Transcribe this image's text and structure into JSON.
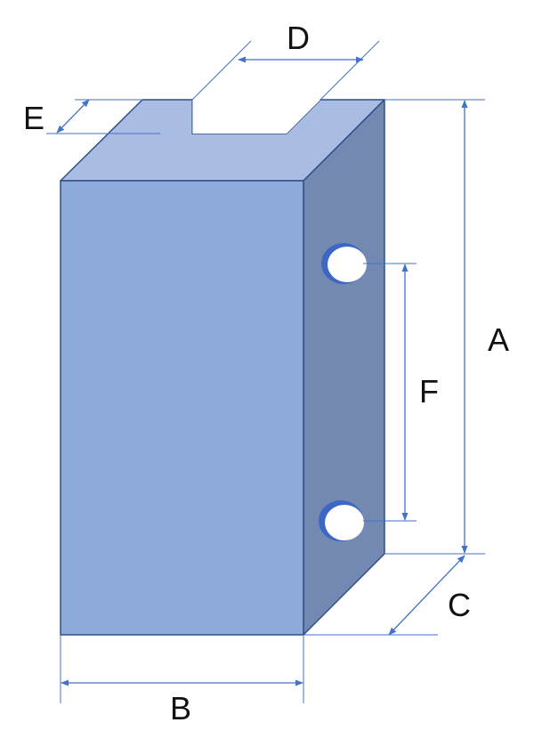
{
  "labels": {
    "A": "A",
    "B": "B",
    "C": "C",
    "D": "D",
    "E": "E",
    "F": "F"
  },
  "colors": {
    "front_face": "#8eaadb",
    "top_face": "#a9bde3",
    "side_face": "#7389b1",
    "edge": "#2f4f8a",
    "dimension": "#4472c4",
    "hole_rim": "#3d67c5",
    "hole_inner": "#ffffff",
    "text": "#111111"
  }
}
